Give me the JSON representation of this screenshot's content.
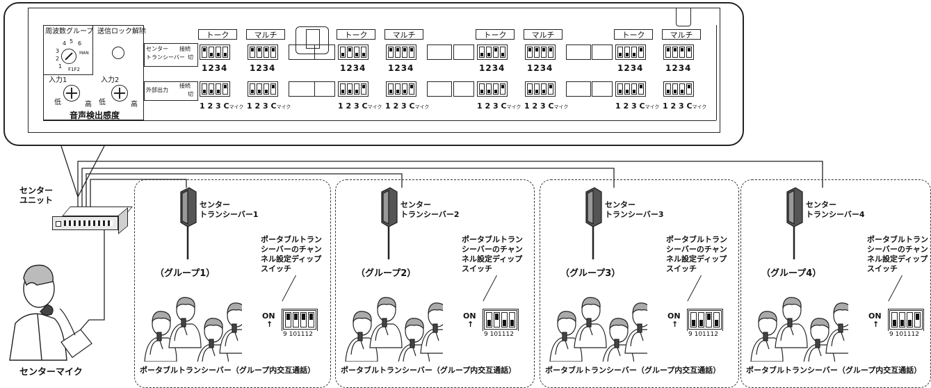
{
  "panel": {
    "freq_group_label": "周波数グループ",
    "tx_lock_label": "送信ロック解除",
    "dial_numbers": [
      "4",
      "5",
      "6",
      "3",
      "2",
      "1"
    ],
    "dial_man": "MAN",
    "dial_f": "F1F2",
    "input1": "入力1",
    "input2": "入力2",
    "low": "低",
    "high": "高",
    "sensitivity_label": "音声検出感度",
    "row1_label_a": "センター",
    "row1_label_b": "トランシーバー",
    "row1_connect": "接続",
    "row1_off": "切",
    "row2_label": "外部出力",
    "row2_connect": "接続",
    "row2_off": "切",
    "talk_label": "トーク",
    "multi_label": "マルチ",
    "nums_1234": "1234",
    "nums_123c": "1 2 3 C",
    "mic_small": "マイク",
    "channels": [
      {
        "talk": [
          "up",
          "dn",
          "dn",
          "dn"
        ],
        "multi": [
          "up",
          "up",
          "up",
          "up"
        ],
        "out1": [
          "dn",
          "dn",
          "dn",
          "up"
        ],
        "out2": [
          "dn",
          "dn",
          "dn",
          "up"
        ]
      },
      {
        "talk": [
          "dn",
          "up",
          "dn",
          "dn"
        ],
        "multi": [
          "up",
          "up",
          "up",
          "up"
        ],
        "out1": [
          "dn",
          "dn",
          "dn",
          "up"
        ],
        "out2": [
          "dn",
          "dn",
          "dn",
          "up"
        ]
      },
      {
        "talk": [
          "dn",
          "dn",
          "up",
          "dn"
        ],
        "multi": [
          "up",
          "up",
          "up",
          "up"
        ],
        "out1": [
          "dn",
          "dn",
          "dn",
          "up"
        ],
        "out2": [
          "dn",
          "dn",
          "dn",
          "up"
        ]
      },
      {
        "talk": [
          "dn",
          "dn",
          "dn",
          "up"
        ],
        "multi": [
          "up",
          "up",
          "up",
          "up"
        ],
        "out1": [
          "dn",
          "dn",
          "dn",
          "up"
        ],
        "out2": [
          "dn",
          "dn",
          "dn",
          "up"
        ]
      }
    ]
  },
  "center_unit_label": "センター\nユニット",
  "center_mic_label": "センターマイク",
  "groups": [
    {
      "transceiver": "センター\nトランシーバー1",
      "group": "（グループ1）",
      "dip": [
        "up",
        "up",
        "up",
        "up"
      ]
    },
    {
      "transceiver": "センター\nトランシーバー2",
      "group": "（グループ2）",
      "dip": [
        "dn",
        "up",
        "dn",
        "dn"
      ]
    },
    {
      "transceiver": "センター\nトランシーバー3",
      "group": "（グループ3）",
      "dip": [
        "dn",
        "dn",
        "up",
        "dn"
      ]
    },
    {
      "transceiver": "センター\nトランシーバー4",
      "group": "（グループ4）",
      "dip": [
        "dn",
        "dn",
        "dn",
        "up"
      ]
    }
  ],
  "dip_label": "ポータブルトラン\nシーバーのチャン\nネル設定ディップ\nスイッチ",
  "on_label": "ON",
  "arrow": "↑",
  "dip_numbers": "9 101112",
  "portable_caption": "ポータブルトランシーバー（グループ内交互通話）"
}
